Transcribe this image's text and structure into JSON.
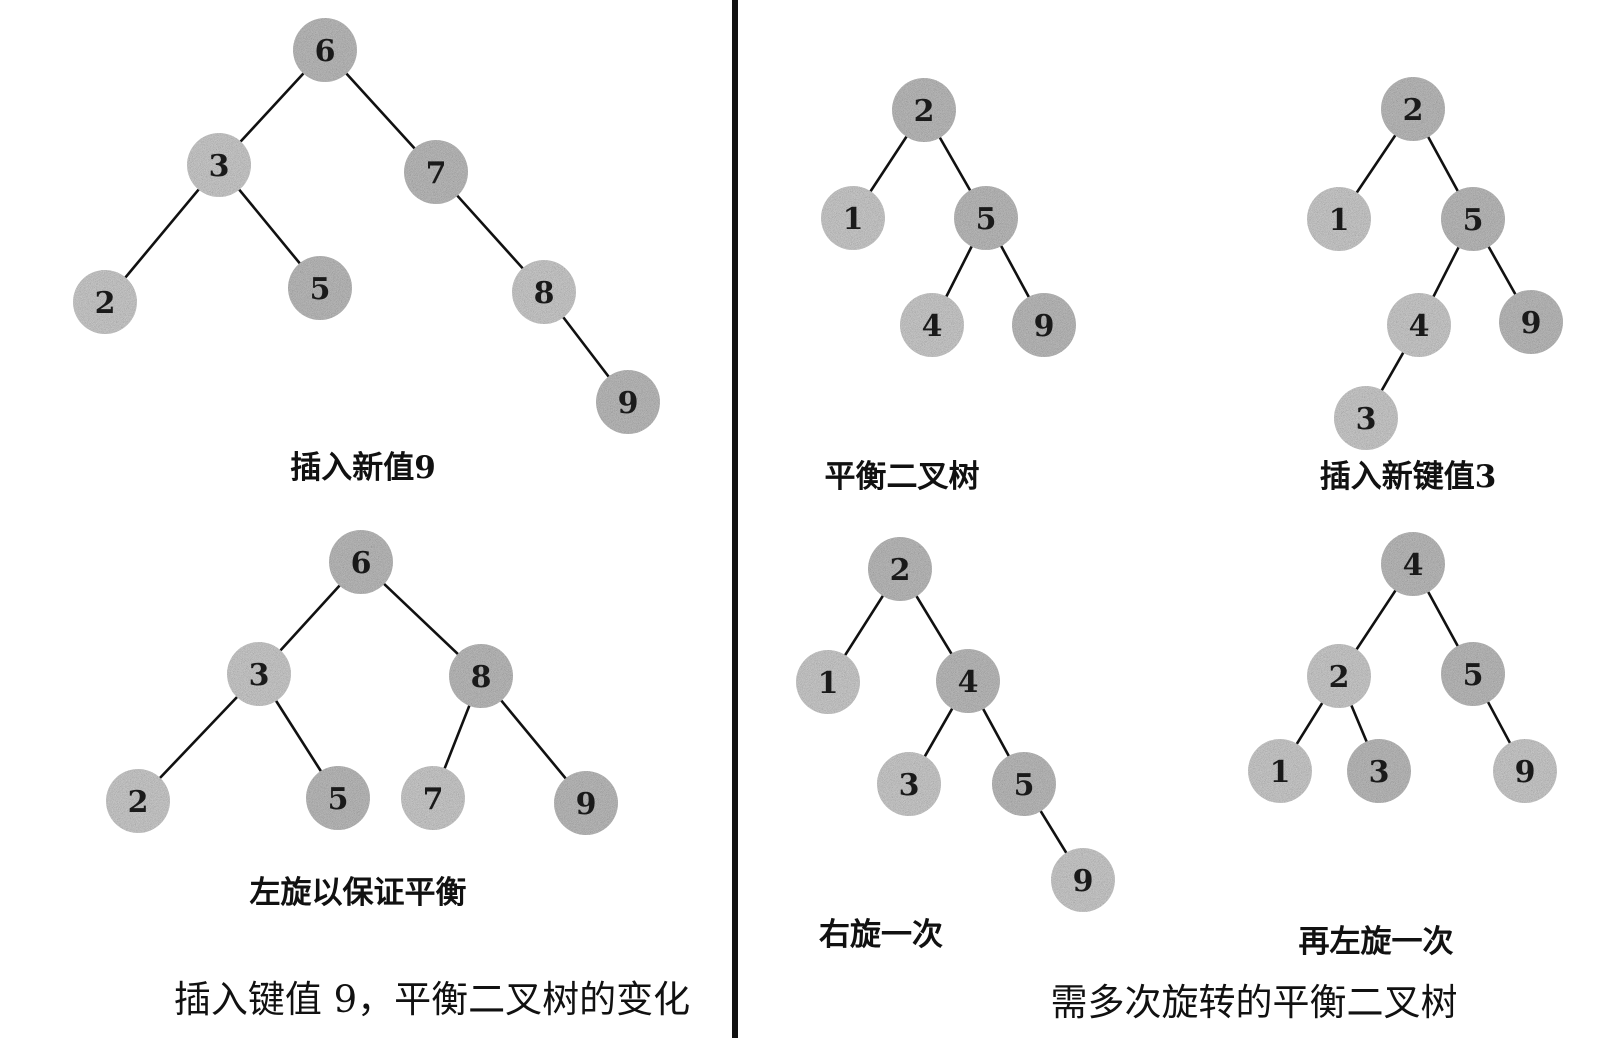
{
  "colors": {
    "node_fill": "#d4d4d4",
    "node_fill_dark": "#c4c4c4",
    "edge": "#111111",
    "text": "#111111"
  },
  "panels": {
    "left_title": "插入键值 9，平衡二叉树的变化",
    "right_title": "需多次旋转的平衡二叉树"
  },
  "trees": [
    {
      "id": "insert-9",
      "caption": "插入新值9",
      "nodes": [
        "6",
        "3",
        "7",
        "2",
        "5",
        "8",
        "9"
      ],
      "edges": [
        [
          "6",
          "3"
        ],
        [
          "6",
          "7"
        ],
        [
          "3",
          "2"
        ],
        [
          "3",
          "5"
        ],
        [
          "7",
          "8"
        ],
        [
          "8",
          "9"
        ]
      ]
    },
    {
      "id": "rotate-left-balance",
      "caption": "左旋以保证平衡",
      "nodes": [
        "6",
        "3",
        "8",
        "2",
        "5",
        "7",
        "9"
      ],
      "edges": [
        [
          "6",
          "3"
        ],
        [
          "6",
          "8"
        ],
        [
          "3",
          "2"
        ],
        [
          "3",
          "5"
        ],
        [
          "8",
          "7"
        ],
        [
          "8",
          "9"
        ]
      ]
    },
    {
      "id": "balanced-tree",
      "caption": "平衡二叉树",
      "nodes": [
        "2",
        "1",
        "5",
        "4",
        "9"
      ],
      "edges": [
        [
          "2",
          "1"
        ],
        [
          "2",
          "5"
        ],
        [
          "5",
          "4"
        ],
        [
          "5",
          "9"
        ]
      ]
    },
    {
      "id": "insert-3",
      "caption": "插入新键值3",
      "nodes": [
        "2",
        "1",
        "5",
        "4",
        "9",
        "3"
      ],
      "edges": [
        [
          "2",
          "1"
        ],
        [
          "2",
          "5"
        ],
        [
          "5",
          "4"
        ],
        [
          "5",
          "9"
        ],
        [
          "4",
          "3"
        ]
      ]
    },
    {
      "id": "rotate-right-once",
      "caption": "右旋一次",
      "nodes": [
        "2",
        "1",
        "4",
        "3",
        "5",
        "9"
      ],
      "edges": [
        [
          "2",
          "1"
        ],
        [
          "2",
          "4"
        ],
        [
          "4",
          "3"
        ],
        [
          "4",
          "5"
        ],
        [
          "5",
          "9"
        ]
      ]
    },
    {
      "id": "rotate-left-again",
      "caption": "再左旋一次",
      "nodes": [
        "4",
        "2",
        "5",
        "1",
        "3",
        "9"
      ],
      "edges": [
        [
          "4",
          "2"
        ],
        [
          "4",
          "5"
        ],
        [
          "2",
          "1"
        ],
        [
          "2",
          "3"
        ],
        [
          "5",
          "9"
        ]
      ]
    }
  ]
}
